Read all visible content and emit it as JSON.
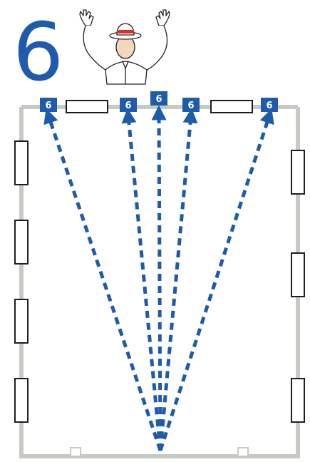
{
  "signal": {
    "number": "6",
    "number_color": "#1f5bab",
    "figure": "referee-both-arms-raised-icon",
    "hat_band_color": "#d9312b"
  },
  "field": {
    "border_color": "#c5cbc2",
    "goal_box_color": "#1e1e1e"
  },
  "markers": [
    {
      "label": "6"
    },
    {
      "label": "6"
    },
    {
      "label": "6"
    },
    {
      "label": "6"
    },
    {
      "label": "6"
    }
  ],
  "marker_color": "#1f5bab",
  "marker_text_color": "#ffffff",
  "arrow_color": "#1f5bab"
}
